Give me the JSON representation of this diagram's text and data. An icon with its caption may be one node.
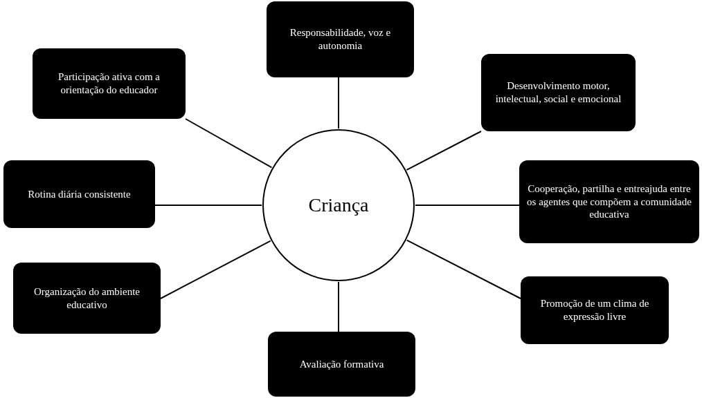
{
  "diagram": {
    "nodes": [
      {
        "text": [
          "Criança"
        ]
      },
      {
        "text": [
          "Responsabilidade, voz e autonomia"
        ]
      },
      {
        "text": [
          "Participação ativa com a orientação do educador"
        ]
      },
      {
        "text": [
          "Desenvolvimento motor, intelectual, social e emocional"
        ]
      },
      {
        "text": [
          "Rotina diária consistente"
        ]
      },
      {
        "text": [
          "Cooperação, partilha e entreajuda entre os agentes que compõem a comunidade educativa"
        ]
      },
      {
        "text": [
          "Organização do ambiente educativo"
        ]
      },
      {
        "text": [
          "Promoção de um clima de expressão livre"
        ]
      },
      {
        "text": [
          "Avaliação formativa"
        ]
      }
    ],
    "edges": [
      {
        "from": 0,
        "to": 1,
        "arrow": "none"
      },
      {
        "from": 0,
        "to": 2,
        "arrow": "none"
      },
      {
        "from": 0,
        "to": 3,
        "arrow": "none"
      },
      {
        "from": 0,
        "to": 4,
        "arrow": "none"
      },
      {
        "from": 0,
        "to": 5,
        "arrow": "none"
      },
      {
        "from": 0,
        "to": 6,
        "arrow": "none"
      },
      {
        "from": 0,
        "to": 7,
        "arrow": "none"
      },
      {
        "from": 0,
        "to": 8,
        "arrow": "none"
      }
    ]
  }
}
